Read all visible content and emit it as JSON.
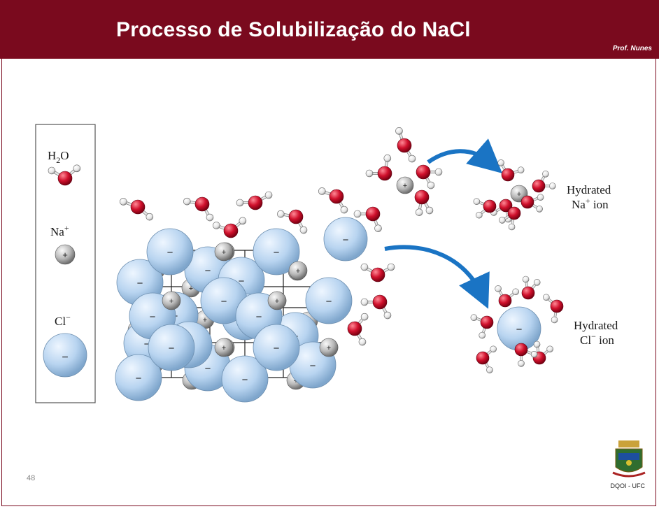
{
  "slide": {
    "title": "Processo de Solubilização do NaCl",
    "author": "Prof. Nunes",
    "page_number": "48",
    "footer": "DQOI - UFC"
  },
  "legend": {
    "water_label_main": "H",
    "water_label_sub": "2",
    "water_label_end": "O",
    "sodium_label_main": "Na",
    "sodium_label_sup": "+",
    "chloride_label_main": "Cl",
    "chloride_label_sup": "−"
  },
  "ion_signs": {
    "positive": "+",
    "negative": "−"
  },
  "products": {
    "hydrated_na_line1": "Hydrated",
    "hydrated_na_line2_main": "Na",
    "hydrated_na_line2_sup": "+",
    "hydrated_na_line2_end": " ion",
    "hydrated_cl_line1": "Hydrated",
    "hydrated_cl_line2_main": "Cl",
    "hydrated_cl_line2_sup": "−",
    "hydrated_cl_line2_end": " ion"
  },
  "colors": {
    "header": "#7a0a1e",
    "oxygen": "#c8102e",
    "hydrogen": "#e6e6e6",
    "chloride": "#b8d4f0",
    "sodium": "#b0b0b0",
    "arrow": "#1a74c4"
  }
}
